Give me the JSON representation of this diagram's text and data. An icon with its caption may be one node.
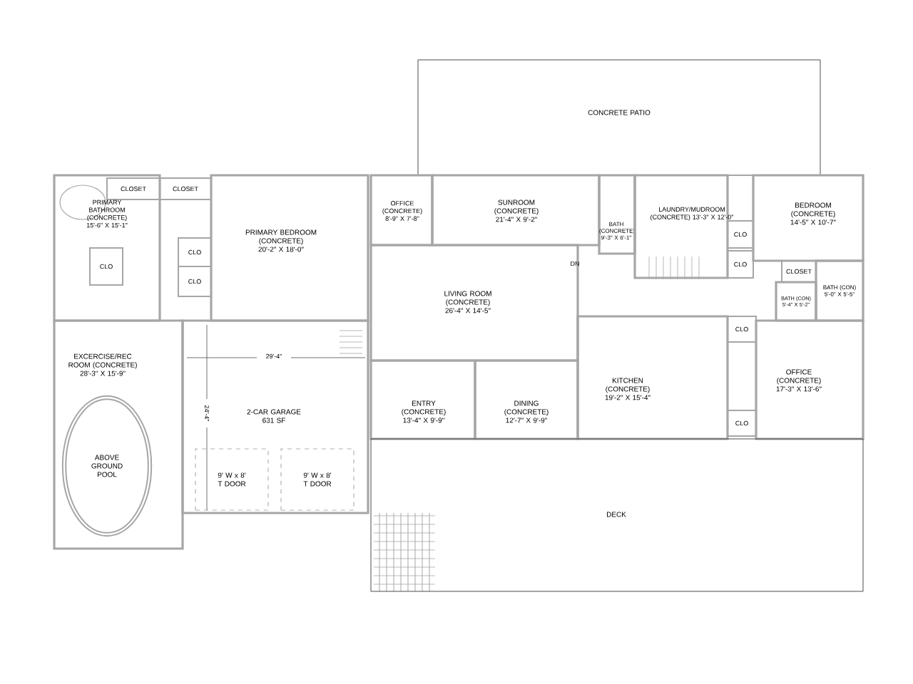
{
  "diagram": {
    "nodes": [
      {
        "text": [
          "CONCRETE PATIO"
        ]
      },
      {
        "text": [
          "CLOSET"
        ],
        "in": 3
      },
      {
        "text": [
          "CLOSET"
        ]
      },
      {
        "text": [
          "PRIMARY BATHROOM (CONCRETE) 15'-6\" X 15'-1\""
        ]
      },
      {
        "text": [
          "CLO"
        ],
        "in": 3
      },
      {
        "text": [
          "CLO"
        ]
      },
      {
        "text": [
          "CLO"
        ]
      },
      {
        "text": [
          "PRIMARY BEDROOM (CONCRETE) 20'-2\" X 18'-0\""
        ]
      },
      {
        "text": [
          "OFFICE (CONCRETE) 8'-9\" X 7'-8\""
        ]
      },
      {
        "text": [
          "SUNROOM (CONCRETE) 21'-4\" X 9'-2\""
        ]
      },
      {
        "text": [
          "BATH (CONCRETE) 9'-3\" X 6'-1\""
        ]
      },
      {
        "text": [
          "LAUNDRY/MUDROOM (CONCRETE) 13'-3\" X 12'-0\""
        ]
      },
      {
        "text": [
          "CLO"
        ]
      },
      {
        "text": [
          "CLO"
        ]
      },
      {
        "text": [
          "BEDROOM (CONCRETE) 14'-5\" X 10'-7\""
        ]
      },
      {
        "text": [
          "CLOSET"
        ]
      },
      {
        "text": [
          "BATH (CON) 5'-0\" X 5'-5\""
        ]
      },
      {
        "text": [
          "BATH (CON) 5'-4\" X 5'-2\""
        ]
      },
      {
        "text": [
          "LIVING ROOM (CONCRETE) 26'-4\" X 14'-5\""
        ]
      },
      {
        "text": [
          "CLO"
        ]
      },
      {
        "text": [
          "KITCHEN (CONCRETE) 19'-2\" X 15'-4\""
        ]
      },
      {
        "text": [
          "OFFICE (CONCRETE) 17'-3\" X 13'-6\""
        ]
      },
      {
        "text": [
          "CLO"
        ]
      },
      {
        "text": [
          "EXCERCISE/REC ROOM (CONCRETE) 28'-3\" X 15'-9\""
        ]
      },
      {
        "text": [
          "ABOVE GROUND POOL"
        ],
        "in": 23
      },
      {
        "text": [
          "2-CAR GARAGE 631 SF"
        ]
      },
      {
        "text": [
          "9' W x 8' T DOOR"
        ],
        "in": 25
      },
      {
        "text": [
          "9' W x 8' T DOOR"
        ],
        "in": 25
      },
      {
        "text": [
          "ENTRY (CONCRETE) 13'-4\" X 9'-9\""
        ]
      },
      {
        "text": [
          "DINING (CONCRETE) 12'-7\" X 9'-9\""
        ]
      },
      {
        "text": [
          "DECK"
        ]
      }
    ],
    "labels": [
      "DN",
      "29'-4\"",
      "24'-4\""
    ]
  }
}
